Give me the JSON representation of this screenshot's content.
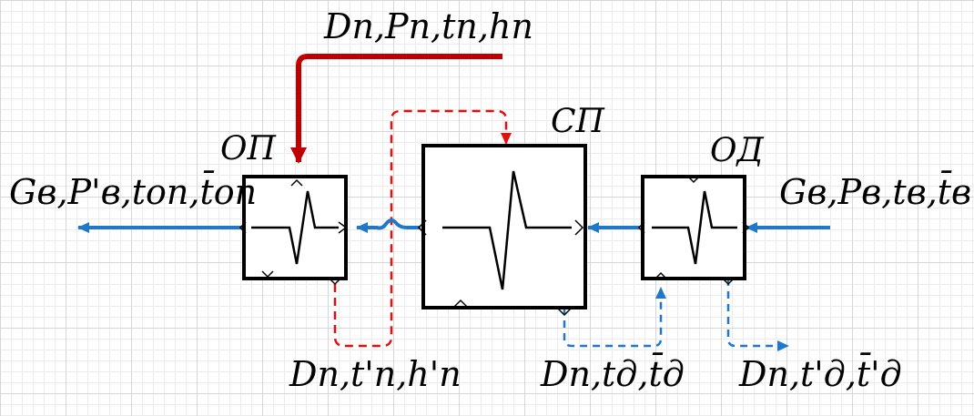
{
  "colors": {
    "steam": "#c00000",
    "water": "#1f78c8",
    "steam_dashed": "#e01010",
    "box": "#000000"
  },
  "blocks": {
    "op": {
      "title": "ОП"
    },
    "sp": {
      "title": "СП"
    },
    "od": {
      "title": "ОД"
    }
  },
  "labels": {
    "steam_in": "Dп,Pп,tп,hп",
    "feedwater_out": "Gв,P'в,tоп,t̄оп",
    "feedwater_in": "Gв,Pв,tв,t̄в",
    "drain_op": "Dп,t'п,h'п",
    "drain_sp": "Dп,tд,t̄д",
    "drain_od": "Dп,t'д,t̄'д"
  }
}
